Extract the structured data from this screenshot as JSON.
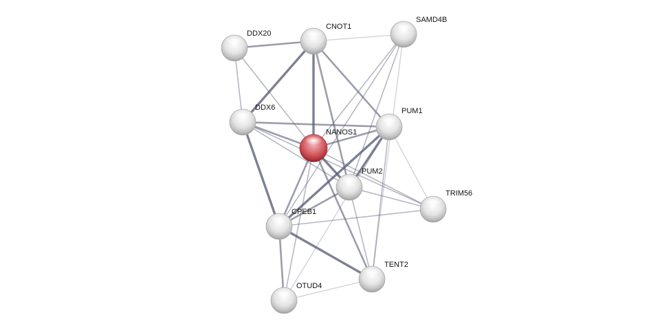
{
  "nodes": [
    {
      "id": "NANOS1",
      "label": "NANOS1",
      "query": true
    },
    {
      "id": "CNOT1",
      "label": "CNOT1",
      "query": false
    },
    {
      "id": "DDX20",
      "label": "DDX20",
      "query": false
    },
    {
      "id": "SAMD4B",
      "label": "SAMD4B",
      "query": false
    },
    {
      "id": "DDX6",
      "label": "DDX6",
      "query": false
    },
    {
      "id": "PUM1",
      "label": "PUM1",
      "query": false
    },
    {
      "id": "PUM2",
      "label": "PUM2",
      "query": false
    },
    {
      "id": "TRIM56",
      "label": "TRIM56",
      "query": false
    },
    {
      "id": "CPEB1",
      "label": "CPEB1",
      "query": false
    },
    {
      "id": "TENT2",
      "label": "TENT2",
      "query": false
    },
    {
      "id": "OTUD4",
      "label": "OTUD4",
      "query": false
    }
  ],
  "edges": [
    {
      "source": "DDX20",
      "target": "CNOT1",
      "strength": "medium"
    },
    {
      "source": "DDX20",
      "target": "DDX6",
      "strength": "light"
    },
    {
      "source": "DDX20",
      "target": "NANOS1",
      "strength": "light"
    },
    {
      "source": "CNOT1",
      "target": "SAMD4B",
      "strength": "faint"
    },
    {
      "source": "CNOT1",
      "target": "DDX6",
      "strength": "strong"
    },
    {
      "source": "CNOT1",
      "target": "NANOS1",
      "strength": "strong"
    },
    {
      "source": "CNOT1",
      "target": "PUM1",
      "strength": "medium"
    },
    {
      "source": "CNOT1",
      "target": "PUM2",
      "strength": "medium"
    },
    {
      "source": "SAMD4B",
      "target": "NANOS1",
      "strength": "light"
    },
    {
      "source": "SAMD4B",
      "target": "PUM2",
      "strength": "light"
    },
    {
      "source": "SAMD4B",
      "target": "TENT2",
      "strength": "faint"
    },
    {
      "source": "SAMD4B",
      "target": "CPEB1",
      "strength": "light"
    },
    {
      "source": "DDX6",
      "target": "PUM1",
      "strength": "medium"
    },
    {
      "source": "DDX6",
      "target": "NANOS1",
      "strength": "medium"
    },
    {
      "source": "DDX6",
      "target": "PUM2",
      "strength": "light"
    },
    {
      "source": "DDX6",
      "target": "CPEB1",
      "strength": "strong"
    },
    {
      "source": "DDX6",
      "target": "TRIM56",
      "strength": "light"
    },
    {
      "source": "PUM1",
      "target": "NANOS1",
      "strength": "medium"
    },
    {
      "source": "PUM1",
      "target": "PUM2",
      "strength": "strong"
    },
    {
      "source": "PUM1",
      "target": "CPEB1",
      "strength": "strong"
    },
    {
      "source": "PUM1",
      "target": "TRIM56",
      "strength": "faint"
    },
    {
      "source": "PUM1",
      "target": "TENT2",
      "strength": "light"
    },
    {
      "source": "PUM1",
      "target": "OTUD4",
      "strength": "faint"
    },
    {
      "source": "NANOS1",
      "target": "PUM2",
      "strength": "strong"
    },
    {
      "source": "NANOS1",
      "target": "CPEB1",
      "strength": "medium"
    },
    {
      "source": "NANOS1",
      "target": "TENT2",
      "strength": "medium"
    },
    {
      "source": "NANOS1",
      "target": "OTUD4",
      "strength": "light"
    },
    {
      "source": "NANOS1",
      "target": "TRIM56",
      "strength": "light"
    },
    {
      "source": "PUM2",
      "target": "CPEB1",
      "strength": "medium"
    },
    {
      "source": "PUM2",
      "target": "TRIM56",
      "strength": "light"
    },
    {
      "source": "PUM2",
      "target": "TENT2",
      "strength": "light"
    },
    {
      "source": "CPEB1",
      "target": "TRIM56",
      "strength": "light"
    },
    {
      "source": "CPEB1",
      "target": "TENT2",
      "strength": "strong"
    },
    {
      "source": "CPEB1",
      "target": "OTUD4",
      "strength": "medium"
    },
    {
      "source": "TENT2",
      "target": "OTUD4",
      "strength": "faint"
    }
  ],
  "colors": {
    "query_node": "#c6474e",
    "partner_node": "#d4d4d4",
    "edge": "#5d6079"
  }
}
